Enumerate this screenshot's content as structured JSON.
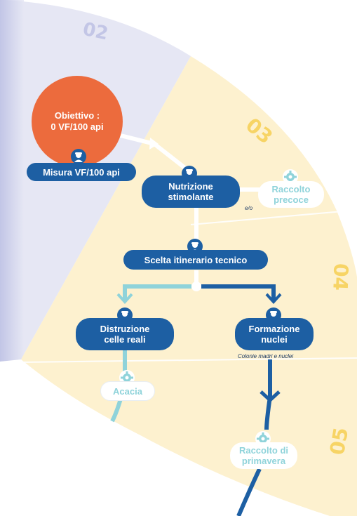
{
  "months": {
    "m02": "02",
    "m03": "03",
    "m04": "04",
    "m05": "05"
  },
  "target": {
    "line1": "Obiettivo :",
    "line2": "0 VF/100 api"
  },
  "steps": {
    "misura": "Misura VF/100 api",
    "nutrizione": [
      "Nutrizione",
      "stimolante"
    ],
    "raccolto_precoce": [
      "Raccolto",
      "precoce"
    ],
    "scelta": "Scelta itinerario tecnico",
    "distruzione": [
      "Distruzione",
      "celle reali"
    ],
    "formazione": [
      "Formazione",
      "nuclei"
    ],
    "acacia": "Acacia",
    "raccolto_primavera": [
      "Raccolto di",
      "primavera"
    ]
  },
  "notes": {
    "eo": "e/o",
    "colonie": "Colonie madri e nuclei"
  },
  "colors": {
    "lavender": "#e6e7f4",
    "cream": "#fdf1cf",
    "orange": "#ec6b3d",
    "navy": "#1d5fa3",
    "teal": "#8fd3da",
    "month_lavender": "#c3c6e6",
    "month_yellow": "#f7d465"
  }
}
